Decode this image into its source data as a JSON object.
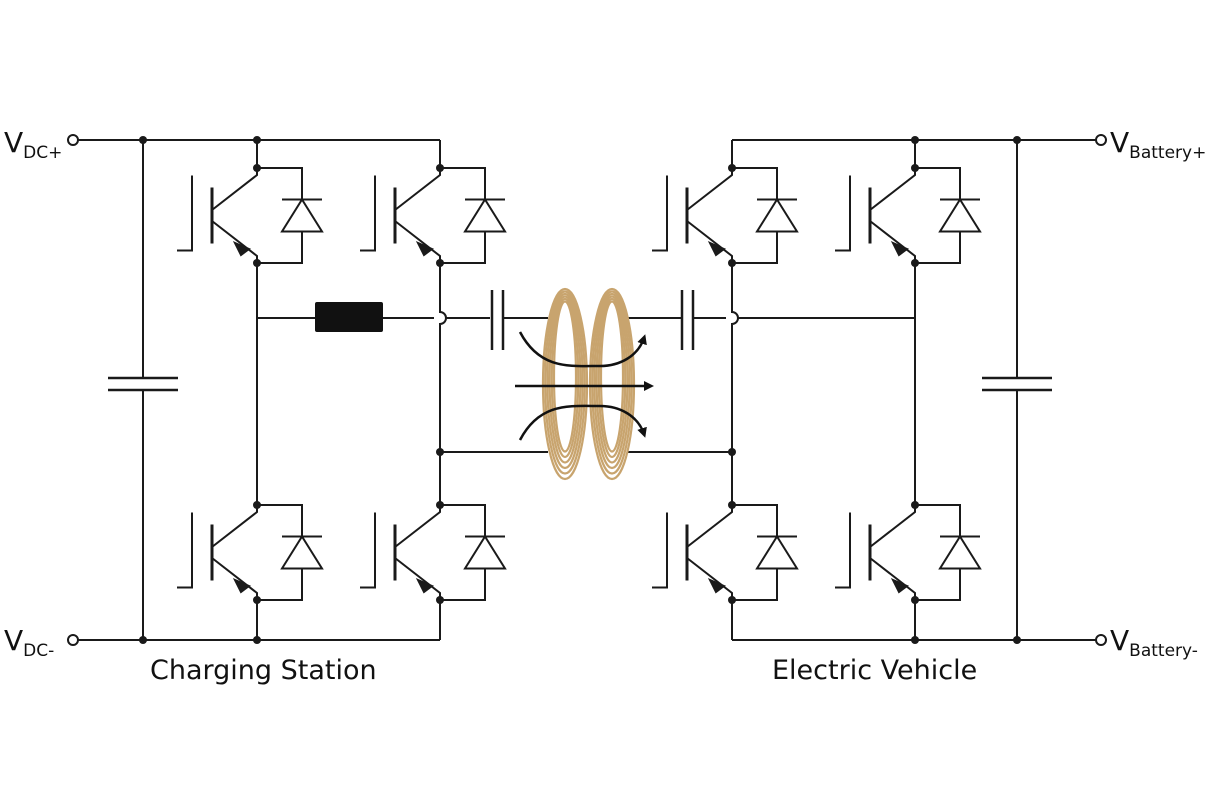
{
  "terminals": {
    "vdc_plus": {
      "main": "V",
      "sub": "DC+"
    },
    "vdc_minus": {
      "main": "V",
      "sub": "DC-"
    },
    "vbat_plus": {
      "main": "V",
      "sub": "Battery+"
    },
    "vbat_minus": {
      "main": "V",
      "sub": "Battery-"
    }
  },
  "captions": {
    "left": "Charging Station",
    "right": "Electric Vehicle"
  },
  "colors": {
    "wire": "#1a1a1a",
    "coil": "#c8a46e",
    "inductor": "#111111",
    "background": "#ffffff"
  }
}
